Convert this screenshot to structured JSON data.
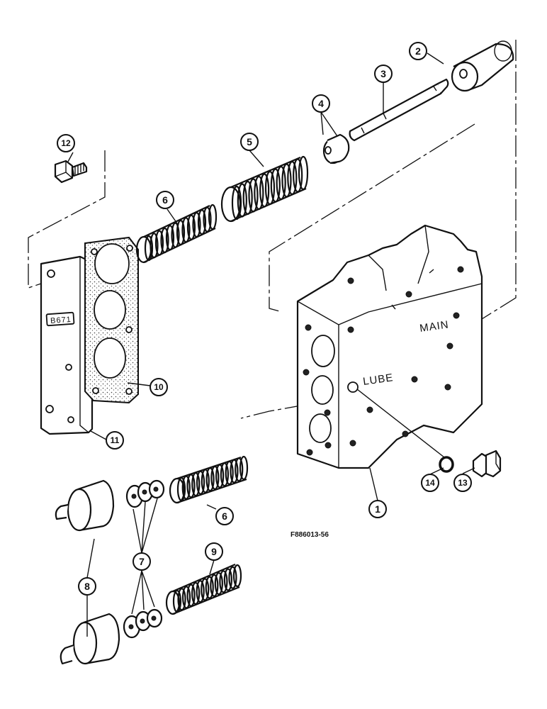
{
  "figure_id": "F886013-56",
  "stamps": {
    "main": "MAIN",
    "lube": "LUBE",
    "cover_marking": "B671"
  },
  "callouts": [
    {
      "number": "1"
    },
    {
      "number": "2"
    },
    {
      "number": "3"
    },
    {
      "number": "4"
    },
    {
      "number": "5"
    },
    {
      "number": "6"
    },
    {
      "number": "6"
    },
    {
      "number": "7"
    },
    {
      "number": "8"
    },
    {
      "number": "9"
    },
    {
      "number": "10"
    },
    {
      "number": "11"
    },
    {
      "number": "12"
    },
    {
      "number": "13"
    },
    {
      "number": "14"
    }
  ]
}
